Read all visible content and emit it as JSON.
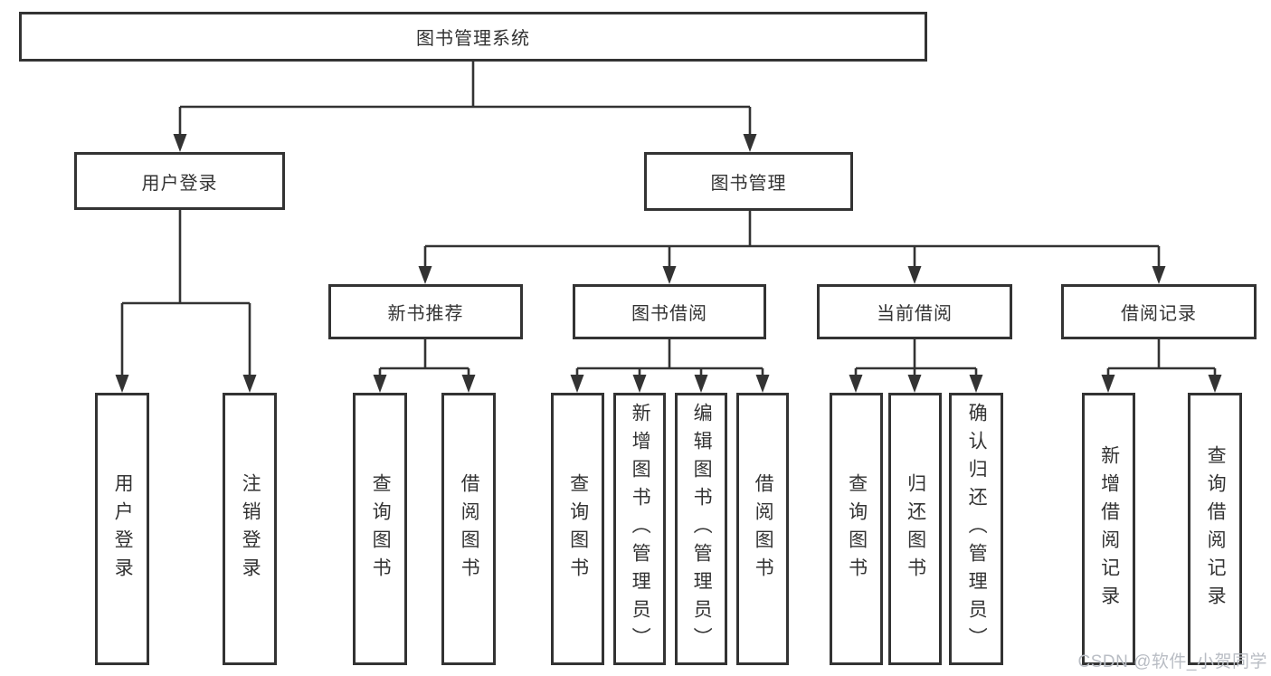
{
  "tree": {
    "root": {
      "label": "图书管理系统",
      "children": [
        {
          "label": "用户登录",
          "children": [
            {
              "label": "用户登录"
            },
            {
              "label": "注销登录"
            }
          ]
        },
        {
          "label": "图书管理",
          "children": [
            {
              "label": "新书推荐",
              "children": [
                {
                  "label": "查询图书"
                },
                {
                  "label": "借阅图书"
                }
              ]
            },
            {
              "label": "图书借阅",
              "children": [
                {
                  "label": "查询图书"
                },
                {
                  "label": "新增图书（管理员）"
                },
                {
                  "label": "编辑图书（管理员）"
                },
                {
                  "label": "借阅图书"
                }
              ]
            },
            {
              "label": "当前借阅",
              "children": [
                {
                  "label": "查询图书"
                },
                {
                  "label": "归还图书"
                },
                {
                  "label": "确认归还（管理员）"
                }
              ]
            },
            {
              "label": "借阅记录",
              "children": [
                {
                  "label": "新增借阅记录"
                },
                {
                  "label": "查询借阅记录"
                }
              ]
            }
          ]
        }
      ]
    }
  },
  "watermark": {
    "text": "CSDN @软件_小贺同学"
  },
  "colors": {
    "line": "#333333",
    "box_border": "#333333",
    "text": "#333333",
    "watermark": "#b9bdc4",
    "background": "#ffffff"
  }
}
